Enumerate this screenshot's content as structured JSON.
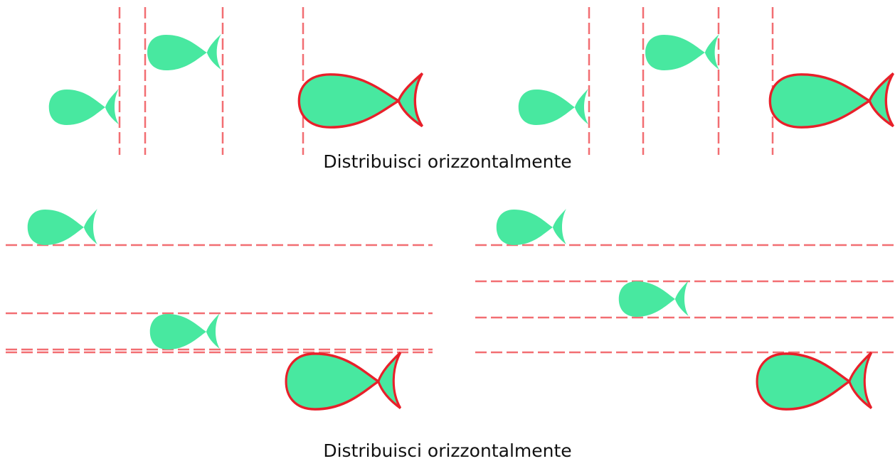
{
  "captions": {
    "top": "Distribuisci orizzontalmente",
    "bottom": "Distribuisci orizzontalmente"
  },
  "colors": {
    "fish_fill": "#48E8A0",
    "selection_outline": "#E8202A",
    "guide_line": "#F26E72",
    "background": "#FFFFFF",
    "caption_text": "#111111"
  },
  "icons": {
    "shape": "fish-icon",
    "guide": "dashed-guide-line"
  }
}
